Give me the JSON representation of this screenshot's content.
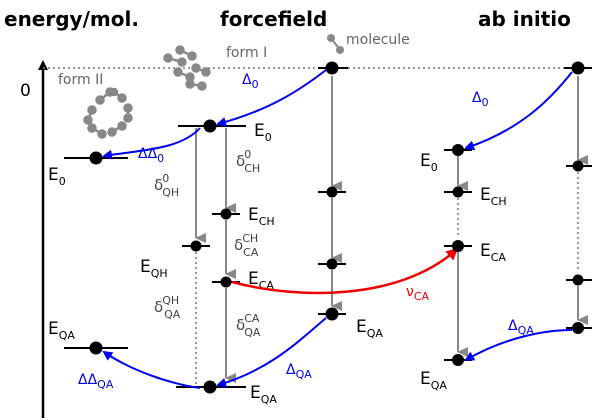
{
  "headers": {
    "energy": "energy/mol.",
    "forcefield": "forcefield",
    "abinitio": "ab initio"
  },
  "axis": {
    "zero": "0"
  },
  "structures": {
    "form1": "form I",
    "form2": "form II",
    "molecule": "molecule"
  },
  "levels": {
    "E": "E",
    "sub_0": "0",
    "sub_QH": "QH",
    "sub_CH": "CH",
    "sub_CA": "CA",
    "sub_QA": "QA"
  },
  "deltas": {
    "Delta": "Δ",
    "DDelta": "ΔΔ",
    "delta": "δ",
    "sup_0": "0",
    "sup_CH": "CH",
    "sup_QH": "QH",
    "sup_CA": "CA",
    "sub_QH": "QH",
    "sub_CH": "CH",
    "sub_CA": "CA",
    "sub_QA": "QA",
    "sub_0": "0",
    "nu": "ν",
    "nu_sub": "CA"
  },
  "colors": {
    "blue": "#0000ee",
    "red": "#ee0000",
    "gray_arrow": "#888888",
    "dotted": "#777777"
  }
}
